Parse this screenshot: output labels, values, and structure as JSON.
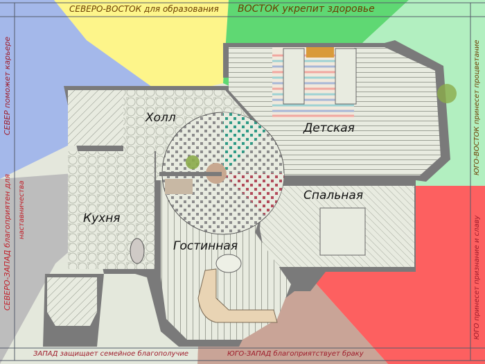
{
  "diagram": {
    "type": "feng-shui floor plan",
    "colors": {
      "north": "#a4b8ea",
      "northeast": "#fdf58a",
      "east": "#5fd873",
      "southeast": "#b2efc0",
      "south": "#fd6060",
      "southwest": "#c9a497",
      "west": "#e4e8dc",
      "northwest": "#bdbdbd",
      "wall": "#7a7a7a",
      "floor": "#e8ebe0",
      "label_red": "#9e1b2a",
      "label_brown": "#6b3d00"
    },
    "zones": {
      "northeast": "СЕВЕРО-ВОСТОК для  образования",
      "east": "ВОСТОК укрепит здоровье",
      "north": "СЕВЕР поможет карьере",
      "northwest_1": "СЕВЕРО-ЗАПАД благоприятен для",
      "northwest_2": "наставничества",
      "southeast": "ЮГО-ВОСТОК принесет процветание",
      "south": "ЮГО принесет признание и славу",
      "west": "ЗАПАД защищает семейное благополучие",
      "southwest": "ЮГО-ЗАПАД благоприятствует браку"
    },
    "rooms": {
      "hall": "Холл",
      "kids_room": "Детская",
      "bedroom": "Спальная",
      "kitchen": "Кухня",
      "living_room": "Гостинная"
    }
  }
}
